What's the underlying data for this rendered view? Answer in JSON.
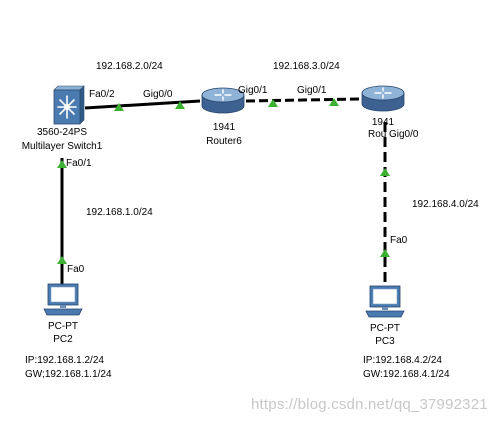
{
  "networks": {
    "net2": "192.168.2.0/24",
    "net3": "192.168.3.0/24",
    "net1": "192.168.1.0/24",
    "net4": "192.168.4.0/24"
  },
  "devices": {
    "switch1": {
      "model": "3560-24PS",
      "name": "Multilayer Switch1",
      "icon": "multilayer-switch-icon"
    },
    "router6": {
      "model": "1941",
      "name": "Router6",
      "icon": "router-icon"
    },
    "router7": {
      "model": "1941",
      "name": "Rou",
      "icon": "router-icon"
    },
    "pc2": {
      "model": "PC-PT",
      "name": "PC2",
      "icon": "pc-icon",
      "ip": "IP:192.168.1.2/24",
      "gw": "GW;192.168.1.1/24"
    },
    "pc3": {
      "model": "PC-PT",
      "name": "PC3",
      "icon": "pc-icon",
      "ip": "IP:192.168.4.2/24",
      "gw": "GW:192.168.4.1/24"
    }
  },
  "ports": {
    "sw_fa02": "Fa0/2",
    "sw_fa01": "Fa0/1",
    "r6_gig00": "Gig0/0",
    "r6_gig01": "Gig0/1",
    "r7_gig01": "Gig0/1",
    "r7_gig00": "Gig0/0",
    "pc2_fa0": "Fa0",
    "pc3_fa0": "Fa0"
  },
  "colors": {
    "link": "#000000",
    "port_up": "#3cb030",
    "router_body": "#4a6f9c",
    "switch_body": "#4a7bb0"
  },
  "watermark": "https://blog.csdn.net/qq_37992321"
}
